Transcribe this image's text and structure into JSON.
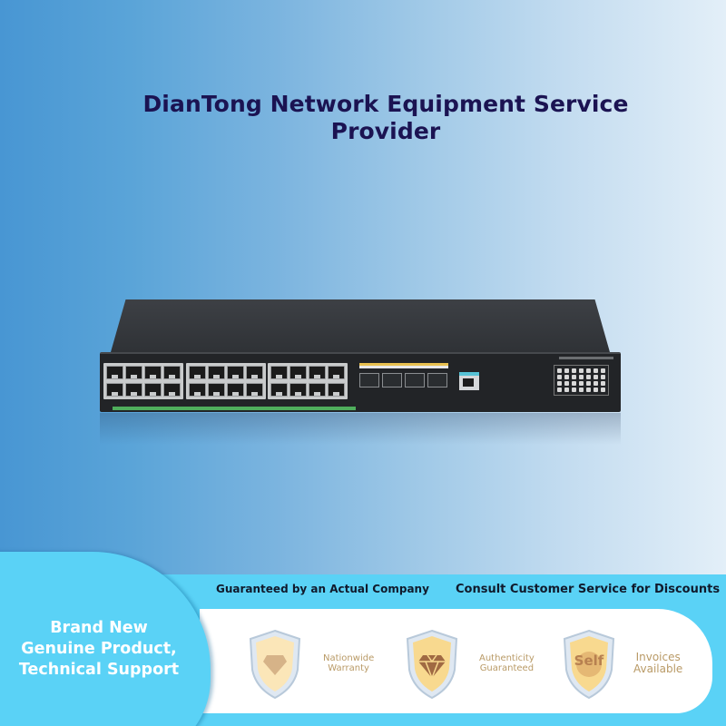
{
  "header": {
    "title": "DianTong Network Equipment Service Provider"
  },
  "product": {
    "type": "rack-mount network switch",
    "rj45_port_groups": 3,
    "rj45_ports_per_group": 8,
    "sfp_ports": 4,
    "console_ports": 1
  },
  "banner": {
    "strip_left": "Guaranteed by an Actual Company",
    "strip_right": "Consult Customer Service for Discounts",
    "highlight": "Brand New Genuine Product, Technical Support",
    "highlight_lines": [
      "Brand New",
      "Genuine Product,",
      "Technical Support"
    ],
    "features": [
      {
        "icon": "shield-gem-icon",
        "badge_text": "...",
        "label_lines": [
          "Nationwide",
          "Warranty"
        ]
      },
      {
        "icon": "shield-diamond-icon",
        "badge_text": "",
        "label_lines": [
          "Authenticity",
          "Guaranteed"
        ]
      },
      {
        "icon": "shield-self-icon",
        "badge_text": "Self",
        "label_lines": [
          "Invoices",
          "Available"
        ]
      }
    ]
  },
  "colors": {
    "title": "#1b1352",
    "banner_cyan": "#5ad2f6",
    "feature_text": "#b99a66",
    "gradient_start": "#4896d3",
    "gradient_end": "#e3eff8"
  }
}
